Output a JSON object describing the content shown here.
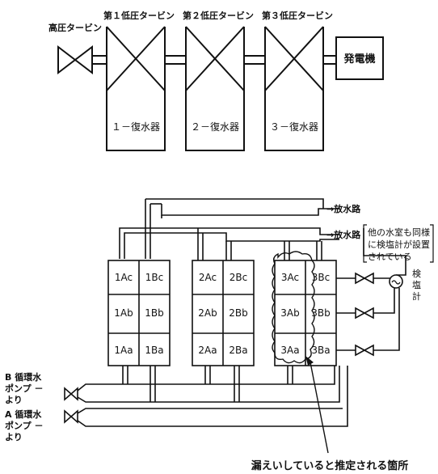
{
  "turbines": {
    "hp_label": "高圧タービン",
    "lp1_label": "第１低圧タービン",
    "lp2_label": "第２低圧タービン",
    "lp3_label": "第３低圧タービン",
    "generator_label": "発電機"
  },
  "condensers": {
    "c1": "１－復水器",
    "c2": "２－復水器",
    "c3": "３－復水器"
  },
  "outlets": {
    "upper": "→放水路",
    "lower": "→放水路"
  },
  "note": {
    "line1": "他の水室も同様",
    "line2": "に検塩計が設置",
    "line3": "されている"
  },
  "salinometer_label": [
    "検",
    "塩",
    "計"
  ],
  "cells": {
    "g1": [
      [
        "1Ac",
        "1Bc"
      ],
      [
        "1Ab",
        "1Bb"
      ],
      [
        "1Aa",
        "1Ba"
      ]
    ],
    "g2": [
      [
        "2Ac",
        "2Bc"
      ],
      [
        "2Ab",
        "2Bb"
      ],
      [
        "2Aa",
        "2Ba"
      ]
    ],
    "g3": [
      [
        "3Ac",
        "3Bc"
      ],
      [
        "3Ab",
        "3Bb"
      ],
      [
        "3Aa",
        "3Ba"
      ]
    ]
  },
  "pumps": {
    "b": [
      "B 循環水",
      "ポンプ －",
      "より"
    ],
    "a": [
      "A 循環水",
      "ポンプ －",
      "より"
    ]
  },
  "leak_caption": "漏えいしていると推定される箇所"
}
